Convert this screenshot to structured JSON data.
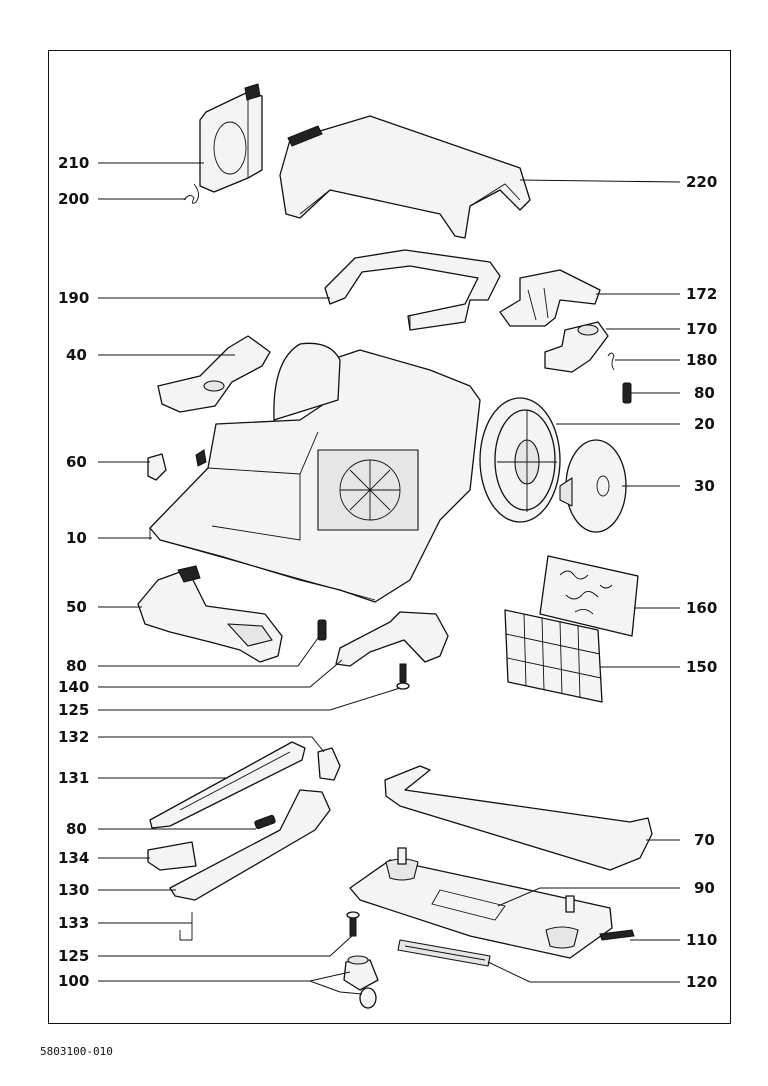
{
  "document_number": "5803100-010",
  "callouts_left": [
    {
      "id": "210"
    },
    {
      "id": "200"
    },
    {
      "id": "190"
    },
    {
      "id": "40"
    },
    {
      "id": "60"
    },
    {
      "id": "10"
    },
    {
      "id": "50"
    },
    {
      "id": "80a",
      "text": "80"
    },
    {
      "id": "140"
    },
    {
      "id": "125a",
      "text": "125"
    },
    {
      "id": "132"
    },
    {
      "id": "131"
    },
    {
      "id": "80c",
      "text": "80"
    },
    {
      "id": "134"
    },
    {
      "id": "130"
    },
    {
      "id": "133"
    },
    {
      "id": "125b",
      "text": "125"
    },
    {
      "id": "100"
    }
  ],
  "callouts_right": [
    {
      "id": "220"
    },
    {
      "id": "172"
    },
    {
      "id": "170"
    },
    {
      "id": "180"
    },
    {
      "id": "80b",
      "text": "80"
    },
    {
      "id": "20"
    },
    {
      "id": "30"
    },
    {
      "id": "160"
    },
    {
      "id": "150"
    },
    {
      "id": "70"
    },
    {
      "id": "90"
    },
    {
      "id": "110"
    },
    {
      "id": "120"
    }
  ],
  "labels": {
    "l210": "210",
    "l200": "200",
    "l190": "190",
    "l40": "40",
    "l60": "60",
    "l10": "10",
    "l50": "50",
    "l80a": "80",
    "l140": "140",
    "l125a": "125",
    "l132": "132",
    "l131": "131",
    "l80c": "80",
    "l134": "134",
    "l130": "130",
    "l133": "133",
    "l125b": "125",
    "l100": "100",
    "l220": "220",
    "l172": "172",
    "l170": "170",
    "l180": "180",
    "l80b": "80",
    "l20": "20",
    "l30": "30",
    "l160": "160",
    "l150": "150",
    "l70": "70",
    "l90": "90",
    "l110": "110",
    "l120": "120"
  }
}
